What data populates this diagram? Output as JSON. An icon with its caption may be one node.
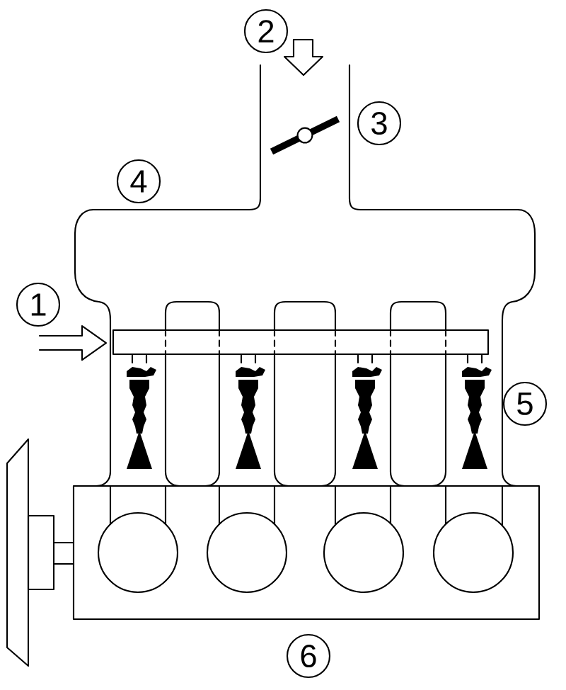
{
  "diagram": {
    "labels": [
      "2",
      "3",
      "4",
      "1",
      "5",
      "6"
    ]
  }
}
